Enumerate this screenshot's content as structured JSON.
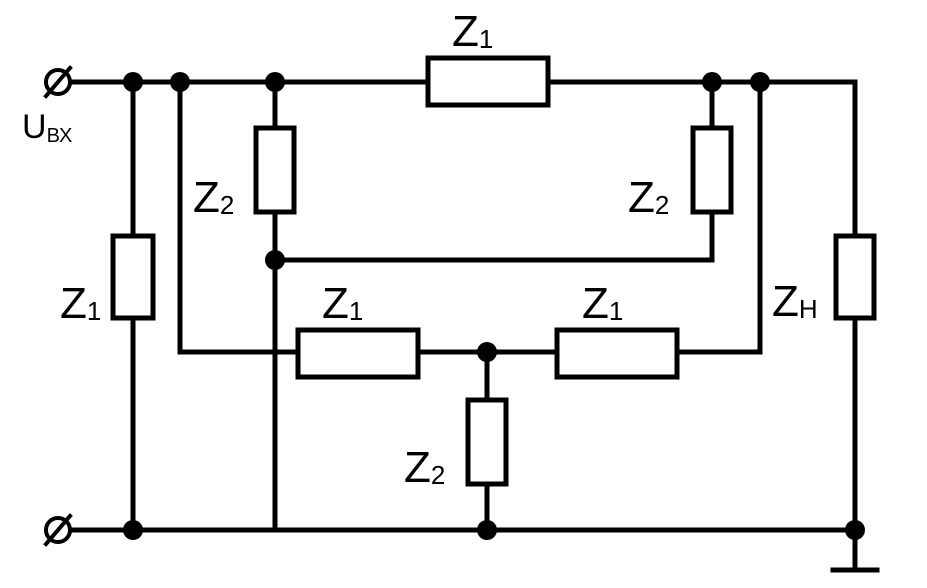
{
  "colors": {
    "line": "#000000",
    "background": "#ffffff"
  },
  "labels": {
    "input_voltage": {
      "main": "U",
      "sub": "ВХ"
    },
    "z1_top": {
      "main": "Z",
      "sub": "1"
    },
    "z1_left": {
      "main": "Z",
      "sub": "1"
    },
    "z2_left": {
      "main": "Z",
      "sub": "2"
    },
    "z2_right": {
      "main": "Z",
      "sub": "2"
    },
    "z1_mid_left": {
      "main": "Z",
      "sub": "1"
    },
    "z1_mid_right": {
      "main": "Z",
      "sub": "1"
    },
    "z2_bottom": {
      "main": "Z",
      "sub": "2"
    },
    "z_load": {
      "main": "Z",
      "sub": "Н"
    }
  },
  "icons": {
    "input_terminal_top": "terminal-icon",
    "input_terminal_bottom": "terminal-icon",
    "ground": "ground-icon"
  }
}
